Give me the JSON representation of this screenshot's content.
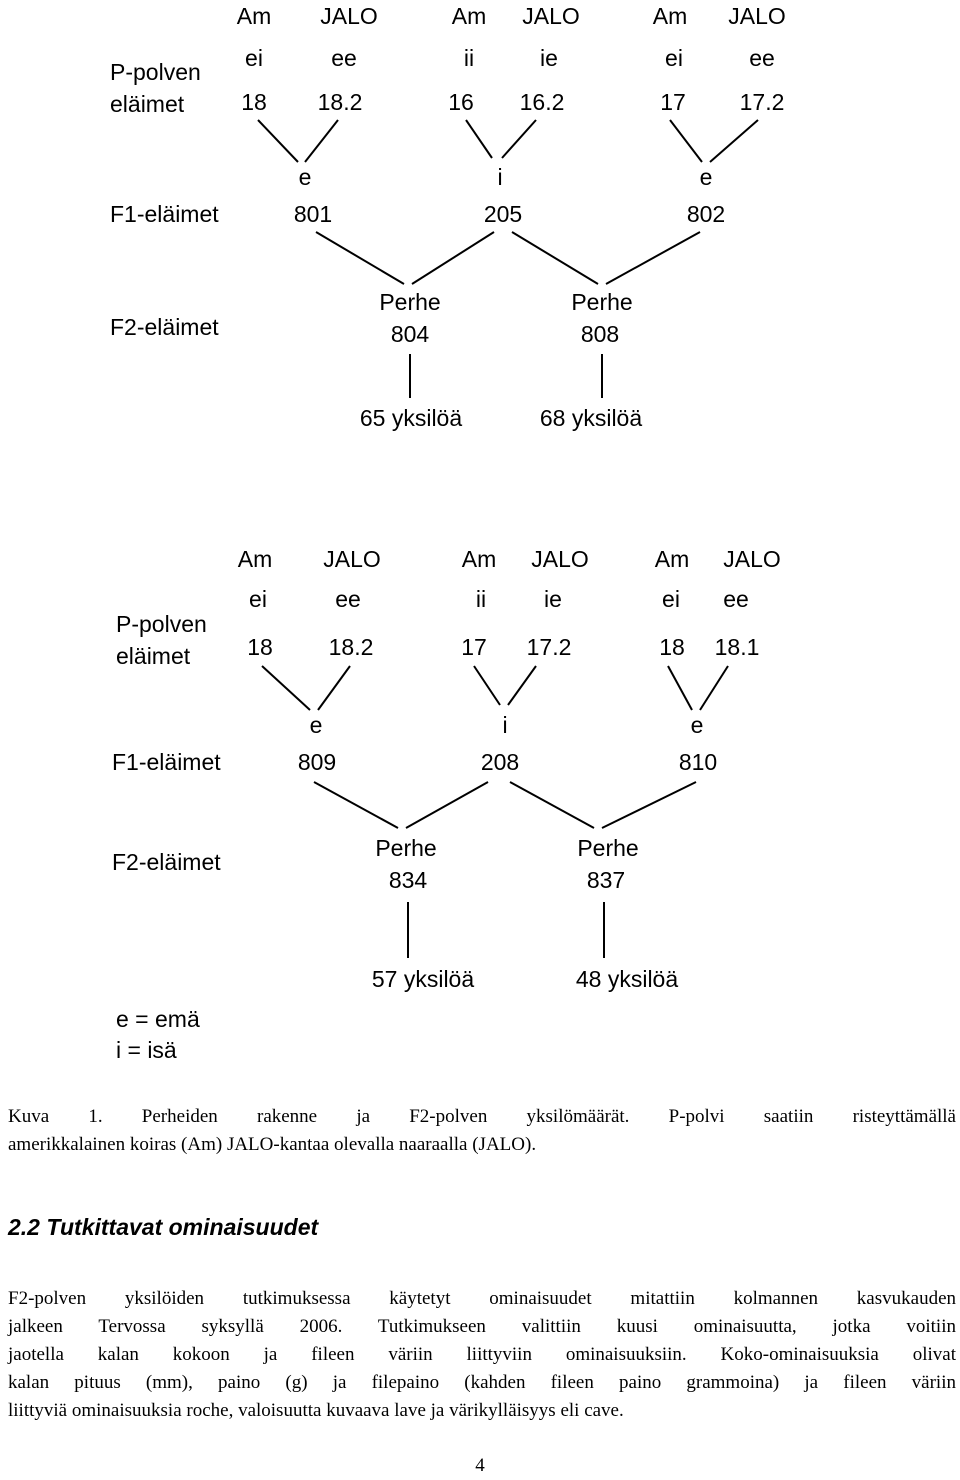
{
  "figure": {
    "diagrams": [
      {
        "row_labels": {
          "p": [
            "P-polven",
            "eläimet"
          ],
          "f1": "F1-eläimet",
          "f2": "F2-eläimet"
        },
        "p_pairs": [
          {
            "left": {
              "line": "Am",
              "gen": "ei",
              "id": "18"
            },
            "right": {
              "line": "JALO",
              "gen": "ee",
              "id": "18.2"
            }
          },
          {
            "left": {
              "line": "Am",
              "gen": "ii",
              "id": "16"
            },
            "right": {
              "line": "JALO",
              "gen": "ie",
              "id": "16.2"
            }
          },
          {
            "left": {
              "line": "Am",
              "gen": "ei",
              "id": "17"
            },
            "right": {
              "line": "JALO",
              "gen": "ee",
              "id": "17.2"
            }
          }
        ],
        "f1": [
          {
            "sex": "e",
            "id": "801"
          },
          {
            "sex": "i",
            "id": "205"
          },
          {
            "sex": "e",
            "id": "802"
          }
        ],
        "families": [
          {
            "label": "Perhe",
            "id": "804",
            "count": "65 yksilöä"
          },
          {
            "label": "Perhe",
            "id": "808",
            "count": "68 yksilöä"
          }
        ]
      },
      {
        "row_labels": {
          "p": [
            "P-polven",
            "eläimet"
          ],
          "f1": "F1-eläimet",
          "f2": "F2-eläimet"
        },
        "p_pairs": [
          {
            "left": {
              "line": "Am",
              "gen": "ei",
              "id": "18"
            },
            "right": {
              "line": "JALO",
              "gen": "ee",
              "id": "18.2"
            }
          },
          {
            "left": {
              "line": "Am",
              "gen": "ii",
              "id": "17"
            },
            "right": {
              "line": "JALO",
              "gen": "ie",
              "id": "17.2"
            }
          },
          {
            "left": {
              "line": "Am",
              "gen": "ei",
              "id": "18"
            },
            "right": {
              "line": "JALO",
              "gen": "ee",
              "id": "18.1"
            }
          }
        ],
        "f1": [
          {
            "sex": "e",
            "id": "809"
          },
          {
            "sex": "i",
            "id": "208"
          },
          {
            "sex": "e",
            "id": "810"
          }
        ],
        "families": [
          {
            "label": "Perhe",
            "id": "834",
            "count": "57 yksilöä"
          },
          {
            "label": "Perhe",
            "id": "837",
            "count": "48 yksilöä"
          }
        ]
      }
    ],
    "legend": [
      "e = emä",
      "i = isä"
    ],
    "caption": [
      "Kuva 1. Perheiden rakenne ja F2-polven yksilömäärät. P-polvi saatiin risteyttämällä",
      "amerikkalainen koiras (Am) JALO-kantaa olevalla naaraalla (JALO)."
    ]
  },
  "section": {
    "heading": "2.2 Tutkittavat ominaisuudet",
    "paragraph_lines": [
      "F2-polven yksilöiden tutkimuksessa käytetyt ominaisuudet mitattiin kolmannen kasvukauden",
      "jalkeen Tervossa syksyllä 2006. Tutkimukseen valittiin kuusi ominaisuutta, jotka voitiin",
      "jaotella kalan kokoon ja fileen väriin liittyviin ominaisuuksiin. Koko-ominaisuuksia olivat",
      "kalan pituus (mm), paino (g) ja filepaino (kahden fileen paino grammoina) ja fileen väriin",
      "liittyviä ominaisuuksia roche, valoisuutta kuvaava lave ja värikylläisyys eli cave."
    ]
  },
  "page_number": "4"
}
